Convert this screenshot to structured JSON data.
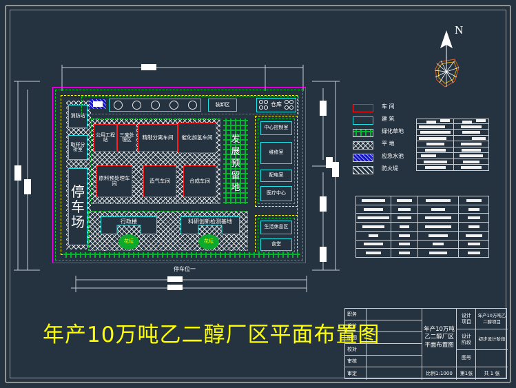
{
  "drawing": {
    "main_title": "年产10万吨乙二醇厂区平面布置图",
    "north_label": "N",
    "bottom_dimension_label": "停车位一"
  },
  "plan": {
    "left_column": [
      {
        "name": "fire-station",
        "label": "消防站"
      },
      {
        "name": "sampling-lab",
        "label": "取样分析室"
      },
      {
        "name": "parking-lot",
        "label": "停车场"
      }
    ],
    "top_strip": {
      "loading_zone": "装卸区",
      "warehouse": "仓库",
      "tank_count": 5
    },
    "workshops_row1": [
      {
        "name": "utility-station",
        "label": "公用工程站"
      },
      {
        "name": "waste-treatment",
        "label": "三废处理区"
      },
      {
        "name": "refining-separation-workshop",
        "label": "精制分离车间"
      },
      {
        "name": "catalytic-hydrogenation-workshop",
        "label": "催化加氢车间"
      }
    ],
    "workshops_row2": [
      {
        "name": "feedstock-pretreatment-workshop",
        "label": "原料预处理车间"
      },
      {
        "name": "gasification-workshop",
        "label": "造气车间"
      },
      {
        "name": "synthesis-workshop",
        "label": "合成车间"
      }
    ],
    "reserve_land": "发展预留地",
    "right_column": [
      {
        "name": "central-control-room",
        "label": "中心控制室"
      },
      {
        "name": "maintenance-room",
        "label": "维修室"
      },
      {
        "name": "power-distribution-room",
        "label": "配电室"
      },
      {
        "name": "medical-center",
        "label": "医疗中心"
      },
      {
        "name": "living-rest-area",
        "label": "生活休息区"
      },
      {
        "name": "canteen",
        "label": "食堂"
      }
    ],
    "bottom_row": [
      {
        "name": "administration-building",
        "label": "行政楼"
      },
      {
        "name": "rnd-testing-base",
        "label": "科研创新检测基地"
      }
    ],
    "flower_beds": [
      "花坛",
      "花坛"
    ]
  },
  "legend": {
    "items": [
      {
        "name": "legend-workshop",
        "label": "车 间",
        "swatch": "red-outline",
        "color": "#ff2020"
      },
      {
        "name": "legend-building",
        "label": "建 筑",
        "swatch": "cyan-outline",
        "color": "#1fe3e3"
      },
      {
        "name": "legend-green-lawn",
        "label": "绿化草地",
        "swatch": "green-hatch",
        "color": "#00cc22"
      },
      {
        "name": "legend-flat-ground",
        "label": "平 地",
        "swatch": "cross-hatch",
        "color": "#ffffff"
      },
      {
        "name": "legend-emergency-pond",
        "label": "应急水池",
        "swatch": "blue-hatch",
        "color": "#1414c8"
      },
      {
        "name": "legend-fire-dyke",
        "label": "防火堤",
        "swatch": "diagonal-hatch",
        "color": "#dfe4ea"
      }
    ]
  },
  "title_block": {
    "roles": [
      "职务",
      "设计",
      "制图",
      "校对",
      "审核",
      "审定"
    ],
    "sheet_title_lines": [
      "年产10万吨",
      "乙二醇厂区",
      "平面布置图"
    ],
    "fields": [
      {
        "name": "design-project",
        "label": "设计项目",
        "value": "年产10万吨乙二醇项目"
      },
      {
        "name": "design-stage",
        "label": "设计阶段",
        "value": "初步设计阶段"
      },
      {
        "name": "drawing-number",
        "label": "图号",
        "value": ""
      }
    ],
    "scale": "比例1:1000",
    "sheet_no": "第1张",
    "total_sheets": "共 1 张"
  },
  "tables": {
    "upper_right": {
      "name": "building-schedule-table",
      "rows": 9,
      "cols": 2
    },
    "lower_right": {
      "name": "economic-indicator-table",
      "rows": 7,
      "cols": 4
    }
  }
}
